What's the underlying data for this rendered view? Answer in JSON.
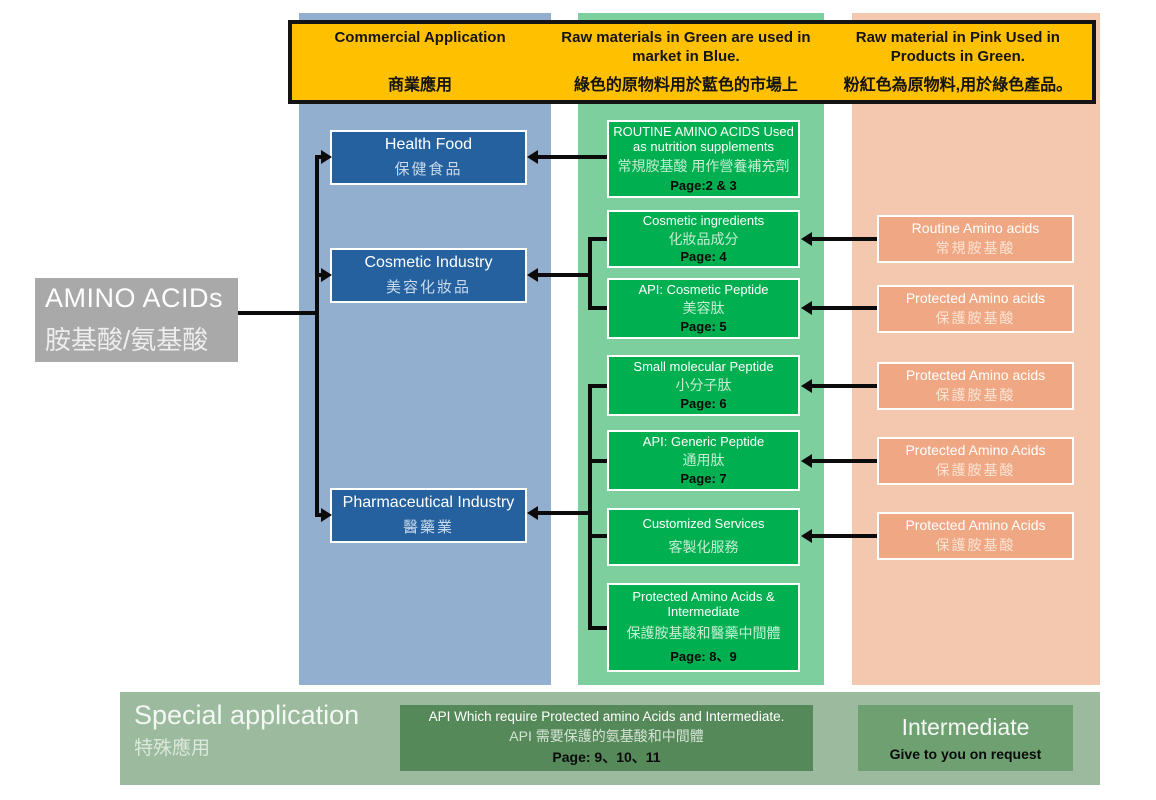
{
  "legend": {
    "commercial": {
      "en": "Commercial Application",
      "zh": "商業應用"
    },
    "green_rule": {
      "en": "Raw materials in Green are used in market in Blue.",
      "zh": "綠色的原物料用於藍色的市場上"
    },
    "pink_rule": {
      "en": "Raw material in Pink Used in Products in Green.",
      "zh": "粉紅色為原物料,用於綠色產品。"
    }
  },
  "root": {
    "en": "AMINO ACIDs",
    "zh": "胺基酸/氨基酸"
  },
  "blue_boxes": [
    {
      "en": "Health Food",
      "zh": "保健食品"
    },
    {
      "en": "Cosmetic Industry",
      "zh": "美容化妝品"
    },
    {
      "en": "Pharmaceutical Industry",
      "zh": "醫藥業"
    }
  ],
  "green_boxes": [
    {
      "en": "ROUTINE AMINO ACIDS Used as nutrition supplements",
      "zh": "常規胺基酸 用作營養補充劑",
      "page": "Page:2 & 3"
    },
    {
      "en": "Cosmetic ingredients",
      "zh": "化妝品成分",
      "page": "Page: 4"
    },
    {
      "en": "API: Cosmetic Peptide",
      "zh": "美容肽",
      "page": "Page: 5"
    },
    {
      "en": "Small molecular Peptide",
      "zh": "小分子肽",
      "page": "Page: 6"
    },
    {
      "en": "API: Generic Peptide",
      "zh": "通用肽",
      "page": "Page: 7"
    },
    {
      "en": "Customized Services",
      "zh": "客製化服務",
      "page": ""
    },
    {
      "en": "Protected Amino Acids & Intermediate",
      "zh": "保護胺基酸和醫藥中間體",
      "page": "Page: 8、9"
    }
  ],
  "pink_boxes": [
    {
      "en": "Routine Amino acids",
      "zh": "常規胺基酸"
    },
    {
      "en": "Protected Amino acids",
      "zh": "保護胺基酸"
    },
    {
      "en": "Protected Amino acids",
      "zh": "保護胺基酸"
    },
    {
      "en": "Protected Amino Acids",
      "zh": "保護胺基酸"
    },
    {
      "en": "Protected Amino Acids",
      "zh": "保護胺基酸"
    }
  ],
  "bottom": {
    "title": {
      "en": "Special application",
      "zh": "特殊應用"
    },
    "api_box": {
      "line1": "API Which require Protected amino Acids and Intermediate.",
      "line2": "API 需要保護的氨基酸和中間體",
      "page": "Page: 9、10、11"
    },
    "intermediate": {
      "en": "Intermediate",
      "sub": "Give to you on request"
    }
  },
  "colors": {
    "legend_bg": "#FFC000",
    "blue_column": "#93AFCF",
    "blue_box": "#24619E",
    "green_column": "#7ECF9E",
    "green_box": "#00B050",
    "pink_column": "#F4C8AE",
    "pink_box": "#F0A884",
    "banner_bg": "#9CBA9D",
    "api_box_bg": "#56895A",
    "intermediate_bg": "#6FA072",
    "root_bg": "#A9A9A9",
    "connector": "#0B0B0B"
  }
}
